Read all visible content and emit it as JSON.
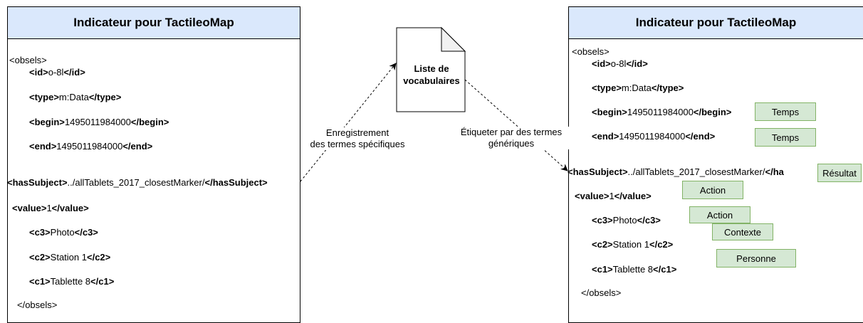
{
  "left_panel": {
    "title": "Indicateur pour TactileoMap",
    "lines": [
      {
        "open": "",
        "value": "<obsels>",
        "close": ""
      },
      {
        "open": "<id>",
        "value": "o-8l",
        "close": "</id>"
      },
      {
        "open": "<type>",
        "value": "m:Data",
        "close": "</type>"
      },
      {
        "open": "<begin>",
        "value": "1495011984000",
        "close": "</begin>"
      },
      {
        "open": "<end>",
        "value": "1495011984000",
        "close": "</end>"
      },
      {
        "open": "<hasSubject>",
        "value": "../allTablets_2017_closestMarker/",
        "close": "</hasSubject>"
      },
      {
        "open": "<value>",
        "value": "1",
        "close": "</value>"
      },
      {
        "open": "<c3>",
        "value": "Photo",
        "close": "</c3>"
      },
      {
        "open": "<c2>",
        "value": "Station 1",
        "close": "</c2>"
      },
      {
        "open": "<c1>",
        "value": "Tablette 8",
        "close": "</c1>"
      },
      {
        "open": "",
        "value": "</obsels>",
        "close": ""
      }
    ]
  },
  "right_panel": {
    "title": "Indicateur pour TactileoMap",
    "lines": [
      {
        "open": "",
        "value": "<obsels>",
        "close": ""
      },
      {
        "open": "<id>",
        "value": "o-8l",
        "close": "</id>"
      },
      {
        "open": "<type>",
        "value": "m:Data",
        "close": "</type>"
      },
      {
        "open": "<begin>",
        "value": "1495011984000",
        "close": "</begin>"
      },
      {
        "open": "<end>",
        "value": "1495011984000",
        "close": "</end>"
      },
      {
        "open": "<hasSubject>",
        "value": "../allTablets_2017_closestMarker/",
        "close": "</ha"
      },
      {
        "open": "<value>",
        "value": "1",
        "close": "</value>"
      },
      {
        "open": "<c3>",
        "value": "Photo",
        "close": "</c3>"
      },
      {
        "open": "<c2>",
        "value": "Station 1",
        "close": "</c2>"
      },
      {
        "open": "<c1>",
        "value": "Tablette 8",
        "close": "</c1>"
      },
      {
        "open": "",
        "value": "</obsels>",
        "close": ""
      }
    ],
    "tags": [
      "Temps",
      "Temps",
      "Résultat",
      "Action",
      "Action",
      "Contexte",
      "Personne"
    ]
  },
  "document": {
    "label_line1": "Liste de",
    "label_line2": "vocabulaires"
  },
  "arrows": {
    "left_label_line1": "Enregistrement",
    "left_label_line2": "des termes spécifiques",
    "right_label_line1": "Étiqueter par des termes",
    "right_label_line2": "génériques"
  },
  "colors": {
    "header_fill": "#dae8fc",
    "tag_fill": "#d5e8d4",
    "tag_stroke": "#82b366",
    "document_fill": "#ffffff",
    "document_fold": "#f2f2f2"
  }
}
